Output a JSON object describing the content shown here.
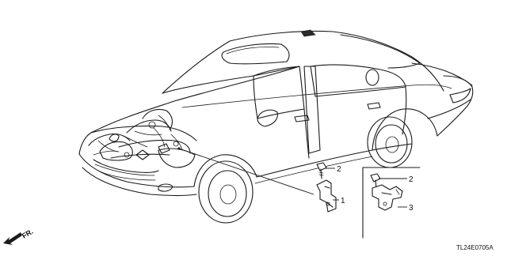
{
  "callouts": [
    {
      "id": "1",
      "text": "1"
    },
    {
      "id": "2a",
      "text": "2"
    },
    {
      "id": "2b",
      "text": "2"
    },
    {
      "id": "3",
      "text": "3"
    }
  ],
  "direction_label": "FR.",
  "diagram_code": "TL24E0705A"
}
